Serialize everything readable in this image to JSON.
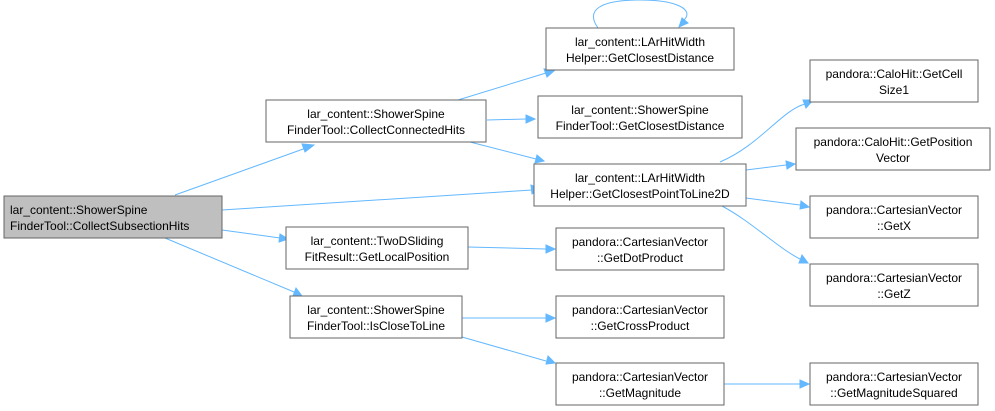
{
  "nodes": {
    "collect_subsection_hits": [
      "lar_content::ShowerSpine",
      "FinderTool::CollectSubsectionHits"
    ],
    "collect_connected_hits": [
      "lar_content::ShowerSpine",
      "FinderTool::CollectConnectedHits"
    ],
    "two_d_sliding_get_local_position": [
      "lar_content::TwoDSliding",
      "FitResult::GetLocalPosition"
    ],
    "is_close_to_line": [
      "lar_content::ShowerSpine",
      "FinderTool::IsCloseToLine"
    ],
    "larhitwidth_get_closest_distance": [
      "lar_content::LArHitWidth",
      "Helper::GetClosestDistance"
    ],
    "showerspine_get_closest_distance": [
      "lar_content::ShowerSpine",
      "FinderTool::GetClosestDistance"
    ],
    "get_closest_point_to_line_2d": [
      "lar_content::LArHitWidth",
      "Helper::GetClosestPointToLine2D"
    ],
    "get_dot_product": [
      "pandora::CartesianVector",
      "::GetDotProduct"
    ],
    "get_cross_product": [
      "pandora::CartesianVector",
      "::GetCrossProduct"
    ],
    "get_magnitude": [
      "pandora::CartesianVector",
      "::GetMagnitude"
    ],
    "calohit_get_cell_size1": [
      "pandora::CaloHit::GetCell",
      "Size1"
    ],
    "calohit_get_position_vector": [
      "pandora::CaloHit::GetPosition",
      "Vector"
    ],
    "get_x": [
      "pandora::CartesianVector",
      "::GetX"
    ],
    "get_z": [
      "pandora::CartesianVector",
      "::GetZ"
    ],
    "get_magnitude_squared": [
      "pandora::CartesianVector",
      "::GetMagnitudeSquared"
    ]
  },
  "colors": {
    "edge": "#63b8ff",
    "node_border": "#666666",
    "root_fill": "#bfbfbf",
    "node_fill": "#ffffff"
  }
}
